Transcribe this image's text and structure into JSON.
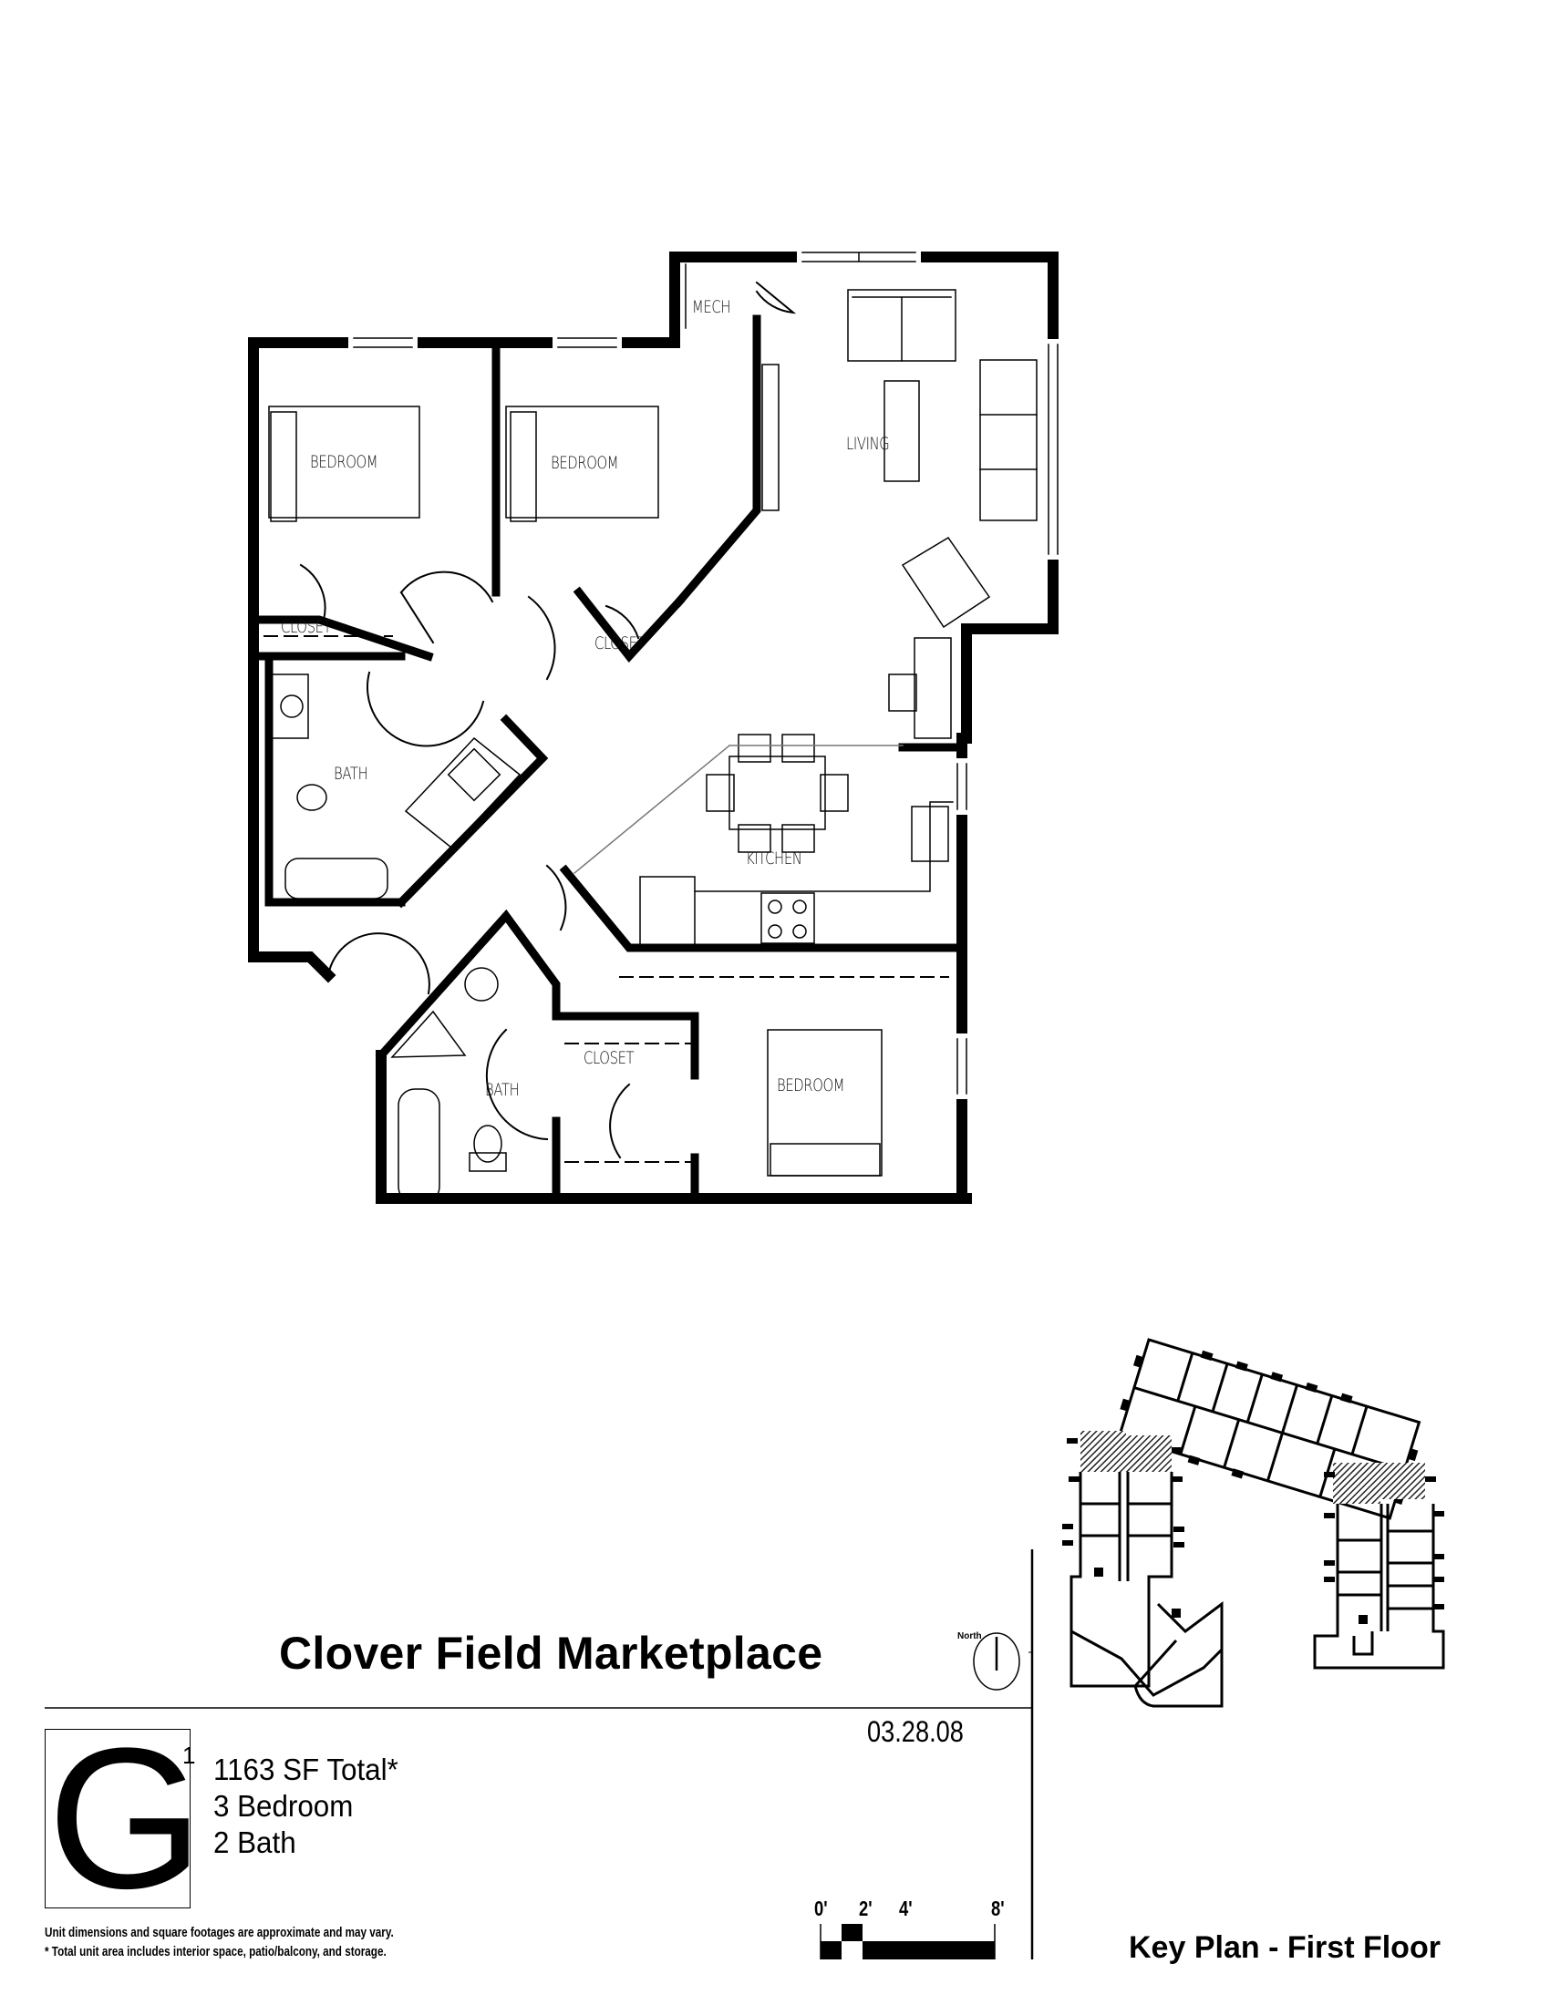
{
  "document": {
    "type": "floor-plan-sheet",
    "project_title": "Clover Field Marketplace",
    "date": "03.28.08",
    "north_label": "North"
  },
  "unit": {
    "letter": "G",
    "superscript": "1",
    "specs": [
      "1163 SF Total*",
      "3 Bedroom",
      "2 Bath"
    ],
    "area_sf": 1163,
    "bedrooms": 3,
    "baths": 2
  },
  "notes": [
    "Unit dimensions and square footages are approximate and may vary.",
    "* Total unit area includes interior space, patio/balcony, and storage."
  ],
  "scale_bar": {
    "labels": [
      "0'",
      "2'",
      "4'",
      "8'"
    ]
  },
  "floor_plan": {
    "rooms": [
      {
        "id": "mech",
        "label": "MECH"
      },
      {
        "id": "living",
        "label": "LIVING"
      },
      {
        "id": "bedroom1",
        "label": "BEDROOM"
      },
      {
        "id": "bedroom2",
        "label": "BEDROOM"
      },
      {
        "id": "closet1",
        "label": "CLOSET"
      },
      {
        "id": "closet2",
        "label": "CLOSET"
      },
      {
        "id": "bath1",
        "label": "BATH"
      },
      {
        "id": "kitchen",
        "label": "KITCHEN"
      },
      {
        "id": "bath2",
        "label": "BATH"
      },
      {
        "id": "closet3",
        "label": "CLOSET"
      },
      {
        "id": "bedroom3",
        "label": "BEDROOM"
      }
    ]
  },
  "key_plan": {
    "label": "Key Plan - First Floor"
  },
  "colors": {
    "ink": "#000000",
    "paper": "#ffffff",
    "hatch": "#333333"
  }
}
